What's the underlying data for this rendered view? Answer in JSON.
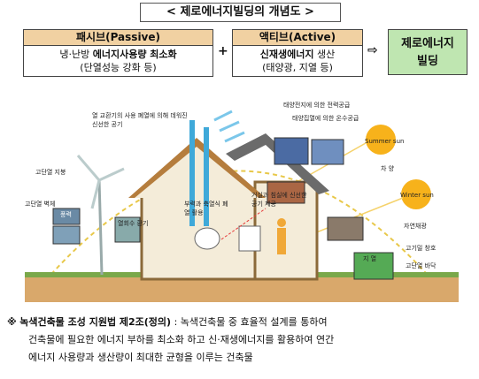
{
  "title": "< 제로에너지빌딩의 개념도 >",
  "passive": {
    "header": "패시브(Passive)",
    "line1_plain": "냉·난방 ",
    "line1_bold": "에너지사용량 최소화",
    "line2": "(단열성능 강화 등)"
  },
  "plus": "+",
  "active": {
    "header": "액티브(Active)",
    "line1_bold": "신재생에너지",
    "line1_plain": " 생산",
    "line2": "(태양광, 지열 등)"
  },
  "arrow": "⇨",
  "result": {
    "line1": "제로에너지",
    "line2": "빌딩"
  },
  "diagram_labels": {
    "vent": "열 교환기의 사용 폐열에 의해 데워진 신선한 공기",
    "solar_power": "태양전지에 의한 전력공급",
    "solar_heat": "태양집열에 의한 온수공급",
    "summer_sun": "Summer sun",
    "winter_sun": "Winter sun",
    "roof": "고단열 지붕",
    "wall": "고단열 벽체",
    "wind": "풍력",
    "shading": "차 양",
    "lighting": "자연채광",
    "heat_recovery": "열회수 환기",
    "buoyancy": "부력과 축열식 폐열 활용",
    "fresh_air": "거실과 침실에 신선한 공기 제공",
    "window": "고기밀 창호",
    "floor": "고단열 바닥",
    "ground": "지 열"
  },
  "note": {
    "mark": "※",
    "heading": "녹색건축물 조성 지원법 제2조(정의)",
    "colon": " : ",
    "text1": "녹색건축물 중 효율적 설계를 통하여",
    "text2": "건축물에 필요한 에너지 부하를 최소화 하고 신·재생에너지를 활용하여 연간",
    "text3": "에너지 사용량과 생산량이 최대한 균형을 이루는 건축물"
  }
}
